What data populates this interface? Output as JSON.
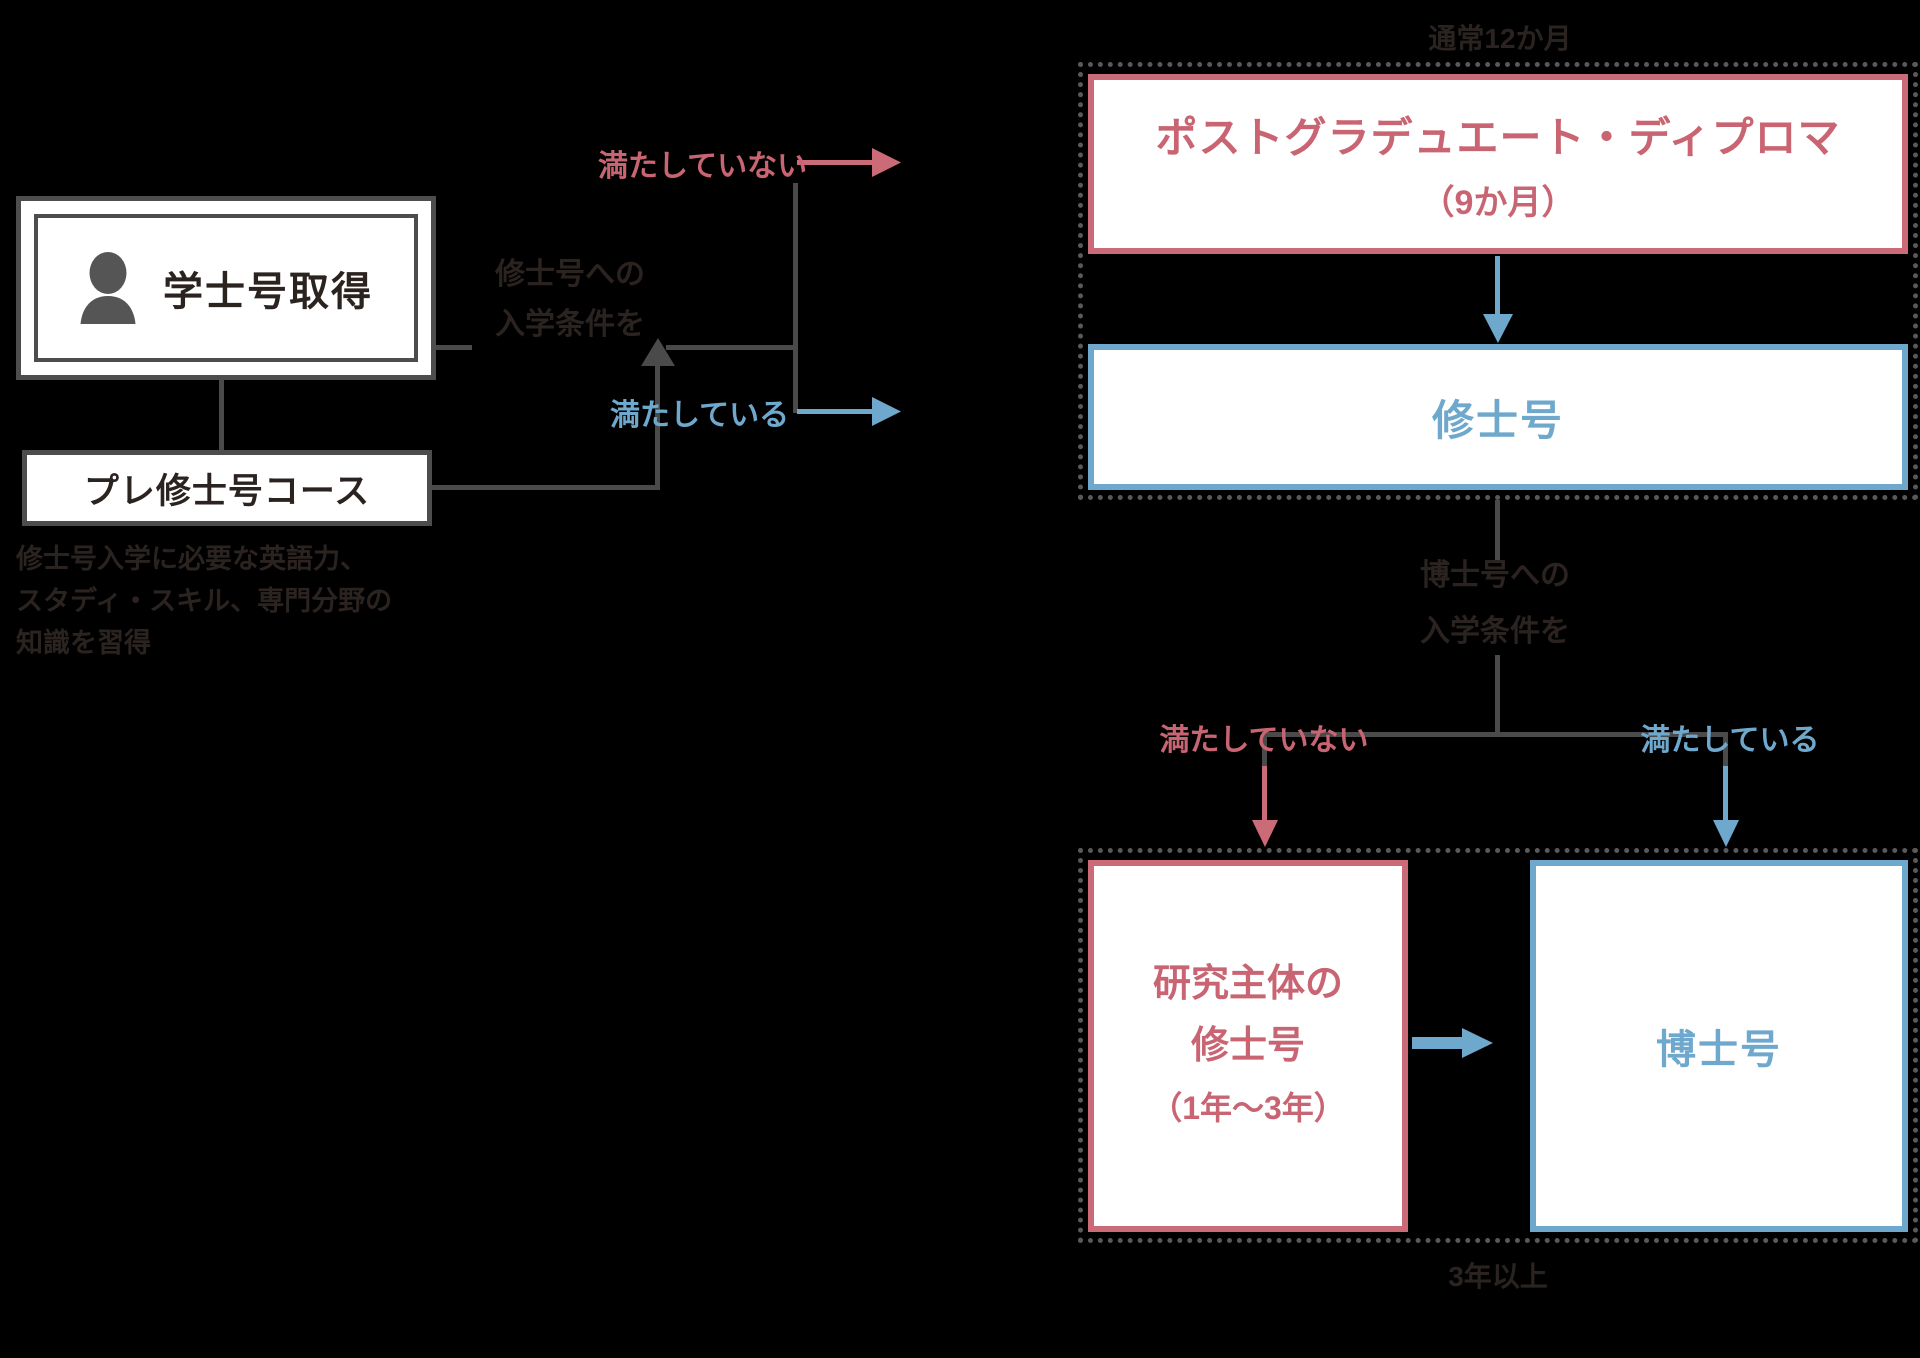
{
  "diagram": {
    "title_semantic": "uk-postgraduate-study-pathway-flowchart",
    "colors": {
      "red": "#cc6b78",
      "blue": "#6fa8cd",
      "dark": "#2b2320",
      "gray": "#4a4a4a",
      "dotted": "#59595a",
      "background": "#000000",
      "box_fill": "#ffffff"
    }
  },
  "left": {
    "bachelor_label": "学士号取得",
    "pre_master_label": "プレ修士号コース",
    "caption_lines": [
      "修士号入学に必要な英語力、",
      "スタディ・スキル、専門分野の",
      "知識を習得"
    ]
  },
  "master_branch": {
    "condition_lines": [
      "修士号への",
      "入学条件を"
    ],
    "not_met_label": "満たしていない",
    "met_label": "満たしている"
  },
  "master_group": {
    "duration_label": "通常12か月",
    "pgdip": {
      "line1": "ポストグラデュエート・ディプロマ",
      "line2": "（9か月）"
    },
    "master": {
      "line1": "修士号"
    }
  },
  "doctor_branch": {
    "condition_lines": [
      "博士号への",
      "入学条件を"
    ],
    "not_met_label": "満たしていない",
    "met_label": "満たしている"
  },
  "doctor_group": {
    "duration_label": "3年以上",
    "research_master": {
      "line1": "研究主体の",
      "line2": "修士号",
      "line3": "（1年〜3年）"
    },
    "doctor": {
      "line1": "博士号"
    }
  },
  "icons": {
    "person": "person-icon"
  }
}
